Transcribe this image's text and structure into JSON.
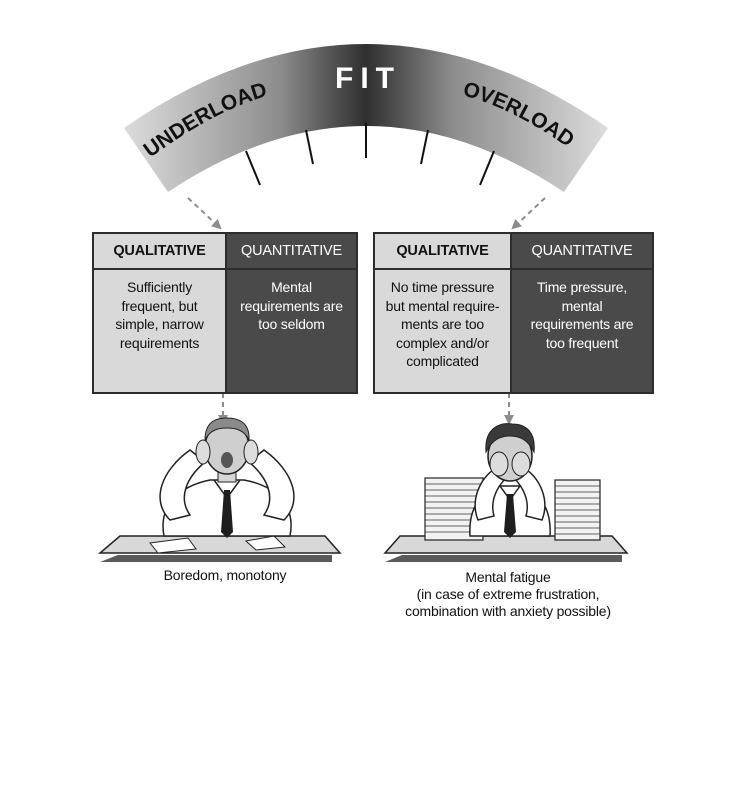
{
  "gauge": {
    "center_label": "FIT",
    "left_label": "UNDERLOAD",
    "right_label": "OVERLOAD"
  },
  "underload": {
    "qualitative": {
      "header": "QUALITATIVE",
      "lines": [
        "Sufficiently",
        "frequent, but",
        "simple, narrow",
        "requirements"
      ]
    },
    "quantitative": {
      "header": "QUANTITATIVE",
      "lines": [
        "Mental",
        "requirements are",
        "too seldom"
      ]
    },
    "outcome": "Boredom, monotony"
  },
  "overload": {
    "qualitative": {
      "header": "QUALITATIVE",
      "lines": [
        "No time pressure",
        "but mental require-",
        "ments are too",
        "complex and/or",
        "complicated"
      ]
    },
    "quantitative": {
      "header": "QUANTITATIVE",
      "lines": [
        "Time pressure,",
        "mental",
        "requirements are",
        "too frequent"
      ]
    },
    "outcome_lines": [
      "Mental fatigue",
      "(in case of extreme frustration,",
      "combination with anxiety possible)"
    ]
  },
  "colors": {
    "dark_cell": "#4a4a4a",
    "light_cell": "#d9d9d9",
    "arrow": "#8c8c8c"
  }
}
